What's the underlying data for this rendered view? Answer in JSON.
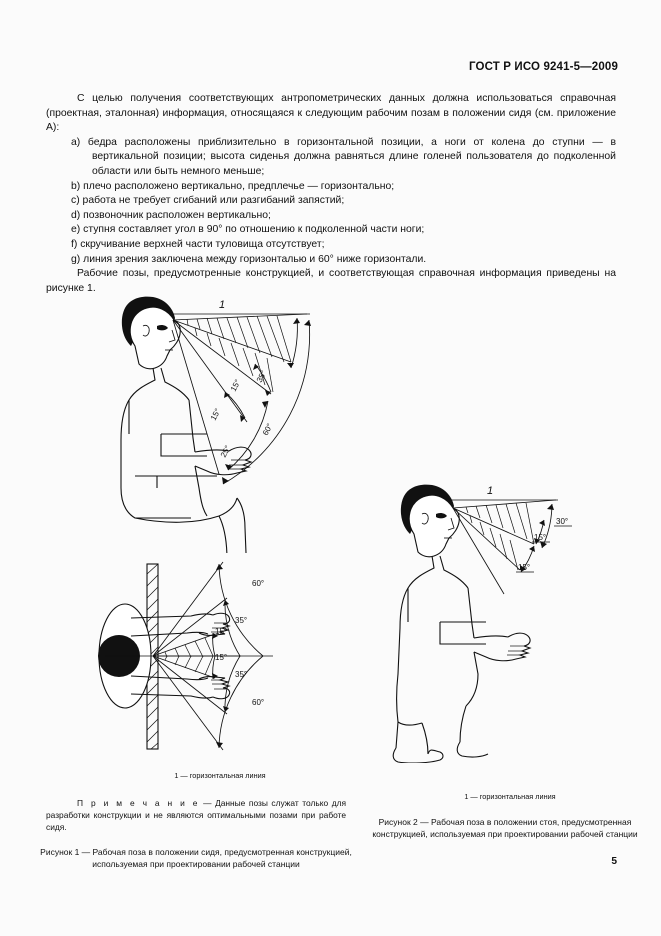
{
  "header": {
    "standard": "ГОСТ Р ИСО 9241-5—2009"
  },
  "page_number": "5",
  "body": {
    "paragraph_1": "С целью получения соответствующих антропометрических данных должна использоваться справочная (проектная, эталонная) информация, относящаяся к следующим рабочим позам в положении сидя (см. приложение А):",
    "items": [
      "a)  бедра расположены приблизительно в горизонтальной позиции, а ноги от колена до ступни — в вертикальной позиции; высота сиденья должна равняться длине голеней пользователя до подколенной области или быть немного меньше;",
      "b)  плечо расположено вертикально, предплечье — горизонтально;",
      "c)  работа не требует сгибаний или разгибаний запястий;",
      "d)  позвоночник расположен вертикально;",
      "e)  ступня составляет угол в 90° по отношению к подколенной части ноги;",
      "f)  скручивание верхней части туловища отсутствует;",
      "g)  линия зрения заключена между горизонталью и 60° ниже горизонтали."
    ],
    "paragraph_2": "Рабочие позы, предусмотренные конструкцией, и соответствующая справочная информация приведены на рисунке 1."
  },
  "figure_1": {
    "seated_view": {
      "leader_label": "1",
      "angles": [
        "15°",
        "15°",
        "25°",
        "35°",
        "60°"
      ]
    },
    "top_view": {
      "angles": [
        "60°",
        "35°",
        "15°",
        "15°",
        "35°",
        "60°"
      ]
    },
    "sub_caption": "1 — горизонтальная линия",
    "note_lead": "П р и м е ч а н и е",
    "note_text": " — Данные позы служат только для разработки конструкции и не являются оптимальными позами при работе сидя.",
    "caption": "Рисунок 1 — Рабочая поза в положении сидя, предусмотренная конструкцией, используемая при проектировании рабочей станции"
  },
  "figure_2": {
    "standing_view": {
      "leader_label": "1",
      "angles": [
        "15°",
        "15°",
        "30°"
      ]
    },
    "sub_caption": "1 — горизонтальная линия",
    "caption": "Рисунок 2 — Рабочая поза в положении стоя, предусмотренная конструкцией, используемая при проектировании рабочей станции"
  },
  "colors": {
    "ink": "#111111",
    "paper": "#fbfbfb"
  }
}
